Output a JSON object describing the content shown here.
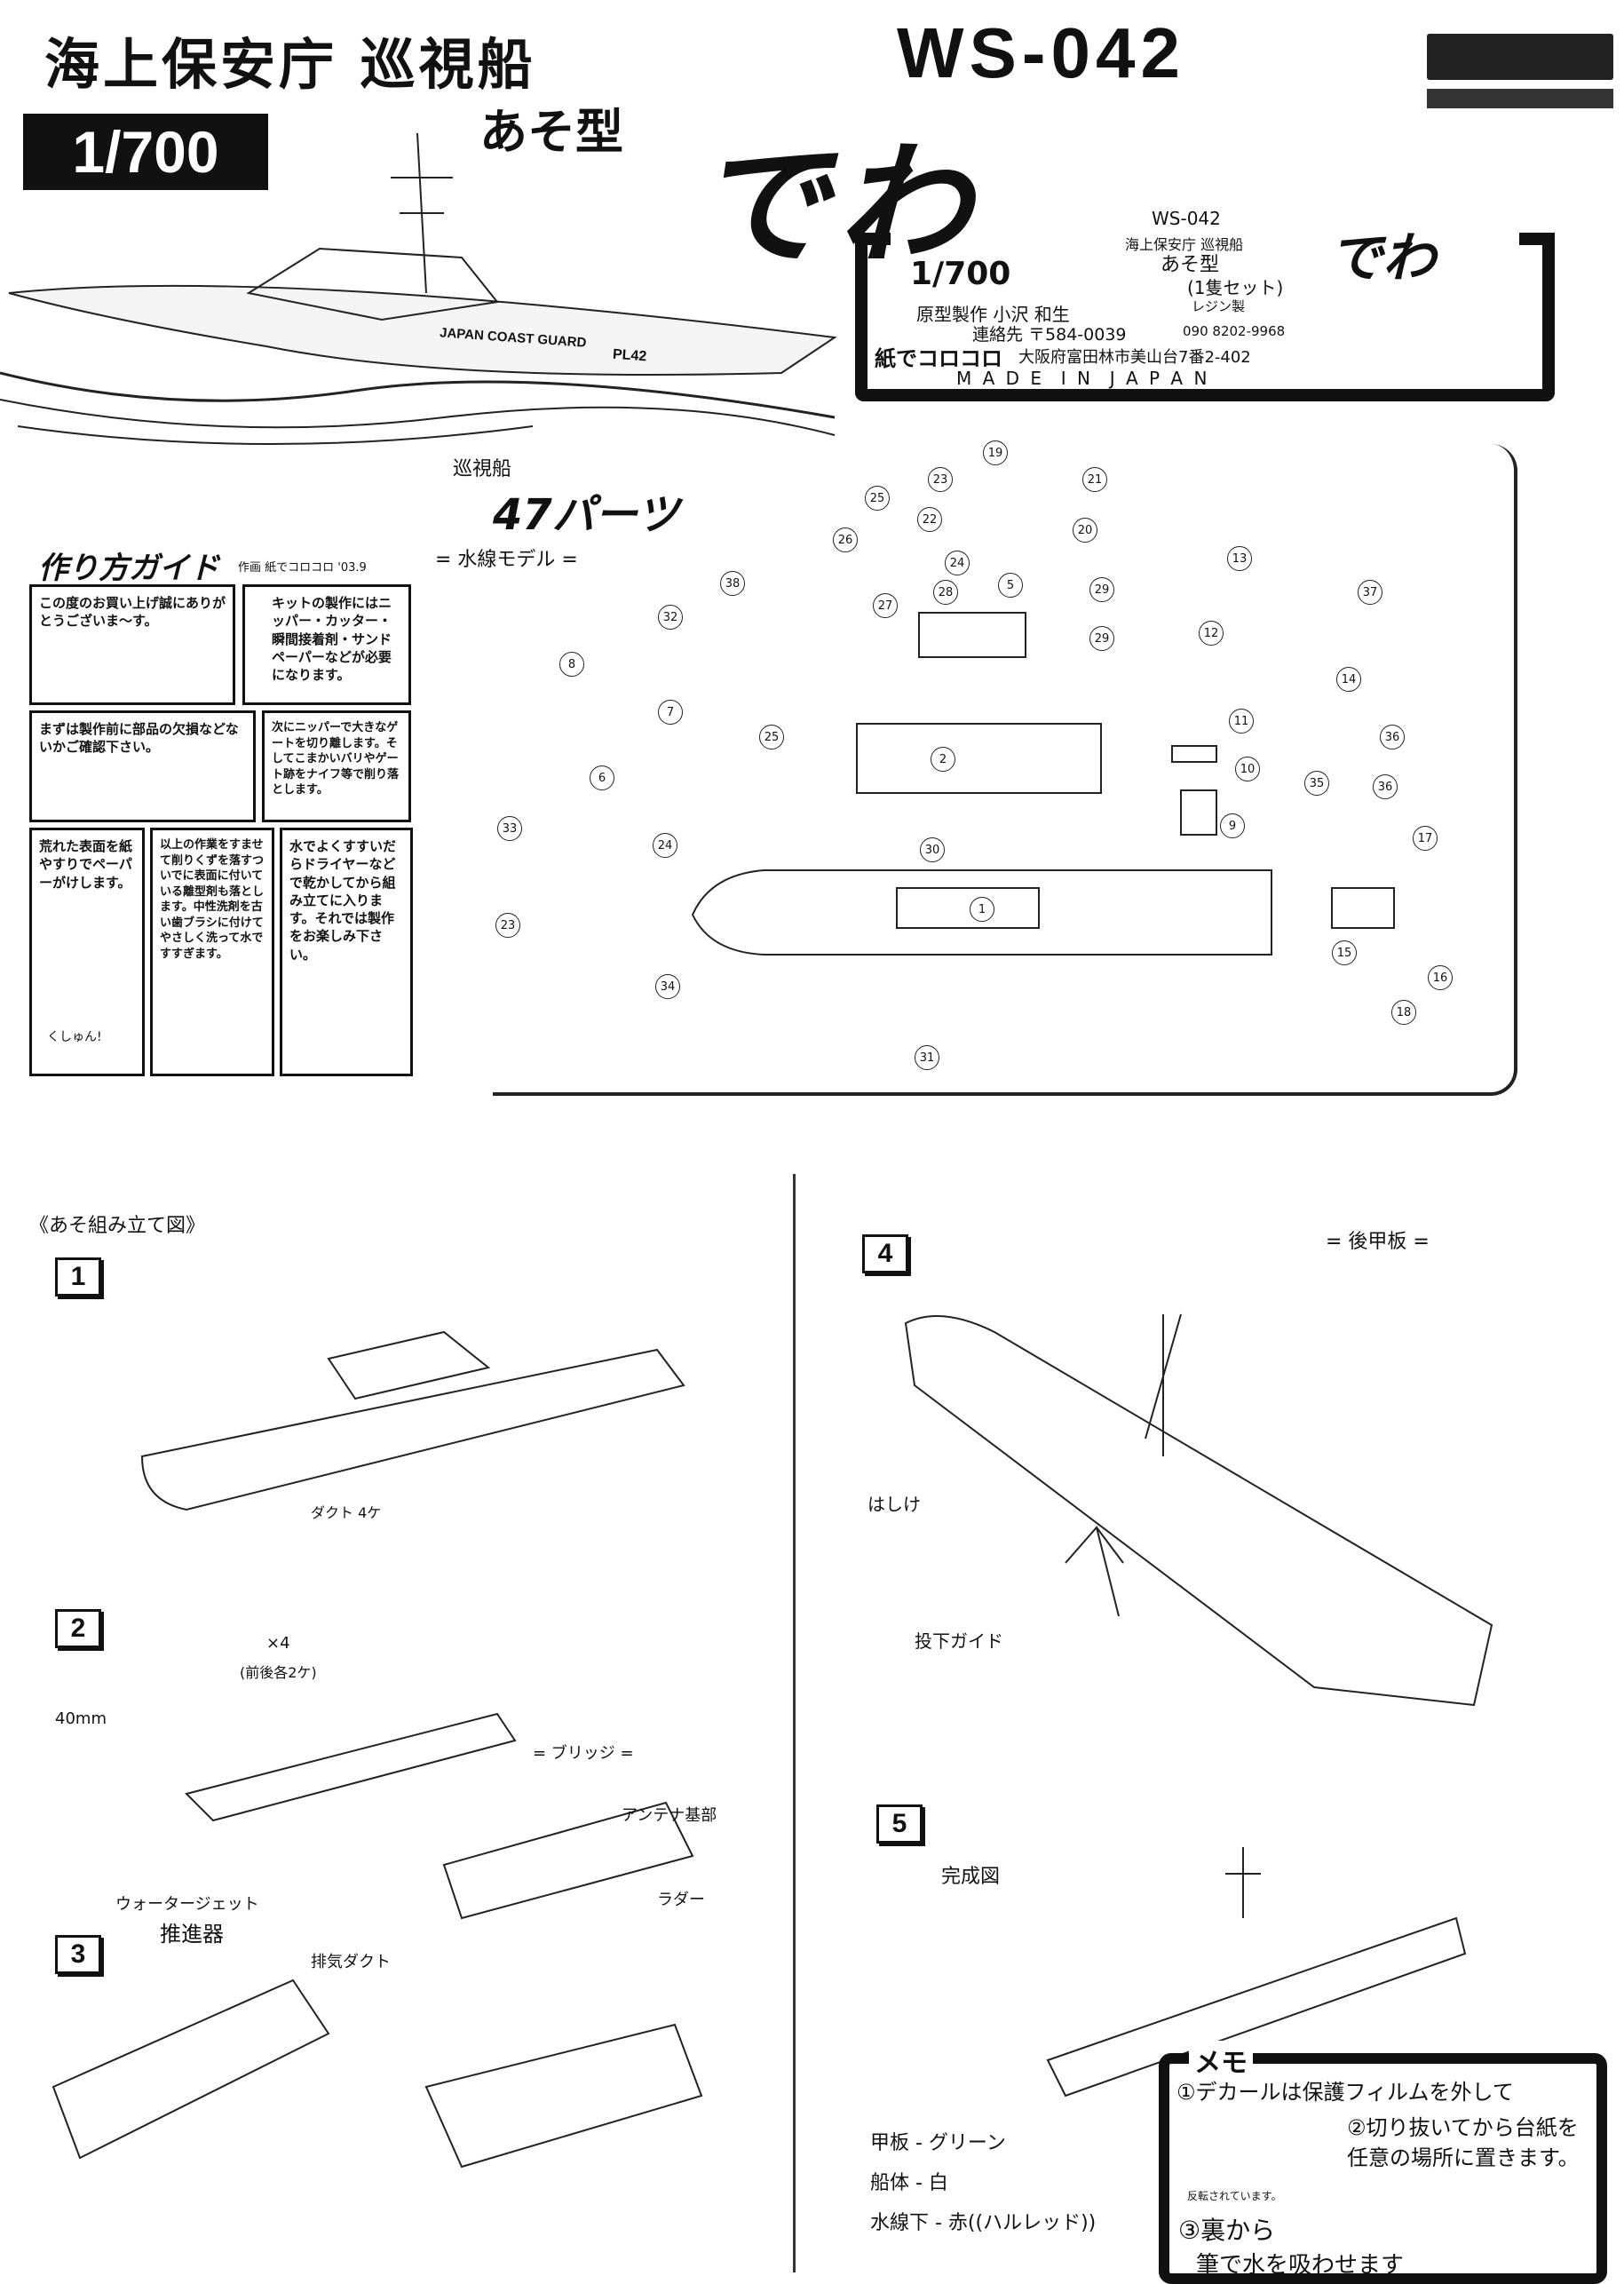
{
  "header": {
    "agency_type": "海上保安庁 巡視船",
    "kit_number": "WS-042",
    "scale": "1/700",
    "ship_class": "あそ型",
    "ship_name": "でわ",
    "hull_label": "JAPAN COAST GUARD",
    "hull_number": "PL42"
  },
  "label": {
    "kit_number": "WS-042",
    "agency_type": "海上保安庁 巡視船",
    "ship_class": "あそ型",
    "ship_name": "でわ",
    "scale": "1/700",
    "set": "(1隻セット)",
    "material": "レジン製",
    "designer": "原型製作 小沢 和生",
    "contact": "連絡先 〒584-0039",
    "phone": "090 8202-9968",
    "brand": "紙でコロコロ",
    "address": "大阪府富田林市美山台7番2-402",
    "origin": "M A D E  I N  J A P A N"
  },
  "parts": {
    "heading": "巡視船",
    "count": "47パーツ",
    "subtitle": "= 水線モデル =",
    "numbers": [
      "19",
      "21",
      "23",
      "25",
      "22",
      "20",
      "26",
      "13",
      "24",
      "38",
      "28",
      "5",
      "29",
      "37",
      "27",
      "32",
      "29",
      "12",
      "14",
      "8",
      "7",
      "11",
      "25",
      "2",
      "10",
      "36",
      "6",
      "35",
      "36",
      "33",
      "24",
      "9",
      "30",
      "17",
      "1",
      "23",
      "15",
      "34",
      "16",
      "18",
      "31"
    ]
  },
  "guide": {
    "title": "作り方ガイド",
    "credit": "作画 紙でコロコロ '03.9",
    "panels": [
      "この度のお買い上げ誠にありがとうございま〜す。",
      "キットの製作にはニッパー・カッター・瞬間接着剤・サンドペーパーなどが必要になります。",
      "まずは製作前に部品の欠損などないかご確認下さい。",
      "次にニッパーで大きなゲートを切り離します。そしてこまかいバリやゲート跡をナイフ等で削り落とします。",
      "荒れた表面を紙やすりでペーパーがけします。",
      "以上の作業をすませて削りくずを落すついでに表面に付いている離型剤も落とします。中性洗剤を古い歯ブラシに付けてやさしく洗って水ですすぎます。",
      "水でよくすすいだらドライヤーなどで乾かしてから組み立てに入ります。それでは製作をお楽しみ下さい。"
    ],
    "sfx": "くしゅん!"
  },
  "assembly": {
    "title": "《あそ組み立て図》",
    "steps": [
      "1",
      "2",
      "3",
      "4",
      "5"
    ],
    "notes": {
      "duct": "ダクト 4ケ",
      "x4": "×4",
      "x4_note": "(前後各2ケ)",
      "length": "40mm",
      "bridge": "= ブリッジ =",
      "antenna": "アンテナ基部",
      "rudder": "ラダー",
      "waterjet_a": "ウォータージェット",
      "waterjet_b": "推進器",
      "exhaust": "排気ダクト",
      "barge": "はしけ",
      "drop_guide": "投下ガイド",
      "aft_deck": "= 後甲板 =",
      "complete": "完成図"
    }
  },
  "paint": [
    "甲板 - グリーン",
    "船体 - 白",
    "水線下 - 赤((ハルレッド))"
  ],
  "memo": {
    "title": "メモ",
    "step1": "①デカールは保護フィルムを外して",
    "step2a": "②切り抜いてから台紙を",
    "step2b": "任意の場所に置きます。",
    "reversed": "反転されています。",
    "step3a": "③裏から",
    "step3b": "筆で水を吸わせます"
  }
}
